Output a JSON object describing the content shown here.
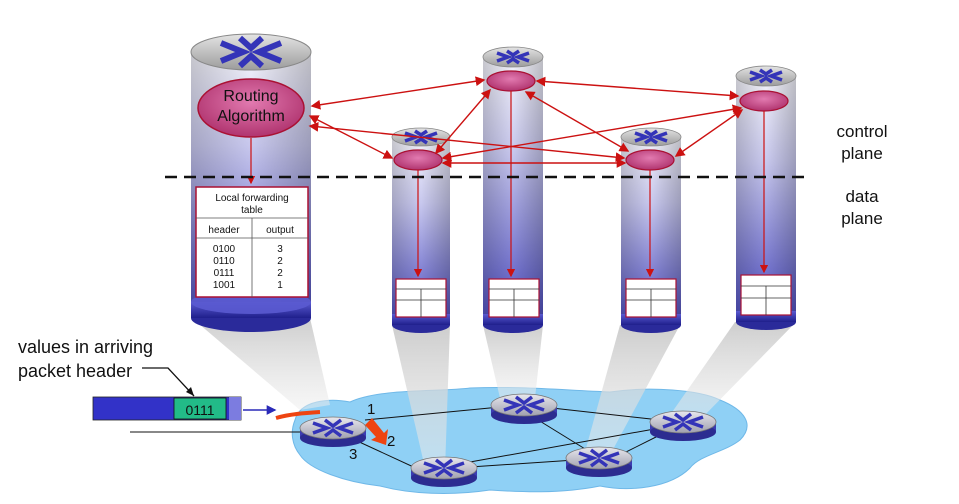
{
  "routing_algorithm": {
    "line1": "Routing",
    "line2": "Algorithm"
  },
  "forwarding_table": {
    "title_line1": "Local forwarding",
    "title_line2": "table",
    "columns": [
      "header",
      "output"
    ],
    "rows": [
      [
        "0100",
        "3"
      ],
      [
        "0110",
        "2"
      ],
      [
        "0111",
        "2"
      ],
      [
        "1001",
        "1"
      ]
    ]
  },
  "planes": {
    "control_line1": "control",
    "control_line2": "plane",
    "data_line1": "data",
    "data_line2": "plane"
  },
  "arriving_label": {
    "line1": "values in arriving",
    "line2": "packet header"
  },
  "packet": {
    "header_value": "0111"
  },
  "ports": {
    "p1": "1",
    "p2": "2",
    "p3": "3"
  },
  "colors": {
    "arrow_red": "#cc1111",
    "cloud_blue": "#8fd0f5",
    "router_purple": "#6d6dc8",
    "header_green": "#22bb88",
    "packet_blue": "#3232c8",
    "forward_orange": "#ee4411"
  }
}
